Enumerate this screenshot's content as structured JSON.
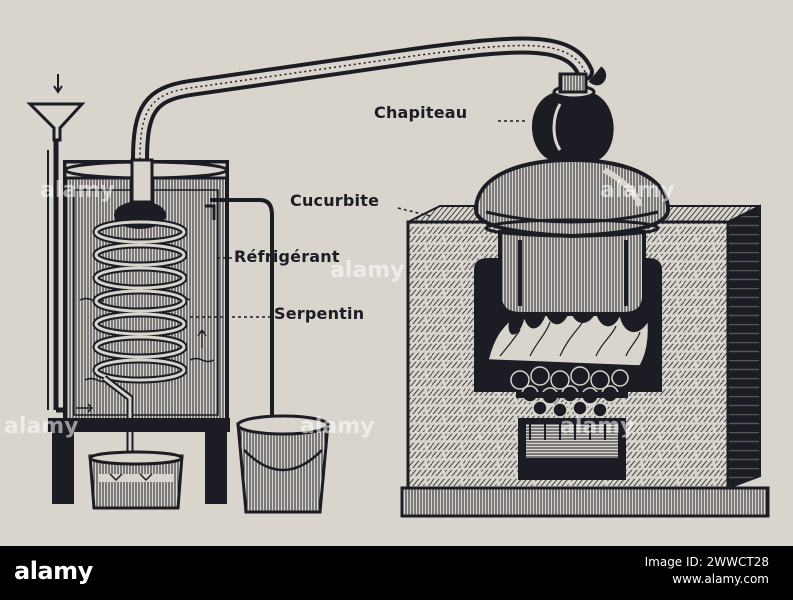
{
  "labels": {
    "chapiteau": "Chapiteau",
    "cucurbite": "Cucurbite",
    "refrigerant": "Réfrigérant",
    "serpentin": "Serpentin"
  },
  "footer": {
    "brand": "alamy",
    "image_id": "Image ID: 2WWCT28",
    "site": "www.alamy.com"
  },
  "watermark": "alamy",
  "colors": {
    "paper": "#d9d5cc",
    "ink": "#1c1c24",
    "footer_bg": "#000000",
    "footer_text": "#ffffff"
  }
}
